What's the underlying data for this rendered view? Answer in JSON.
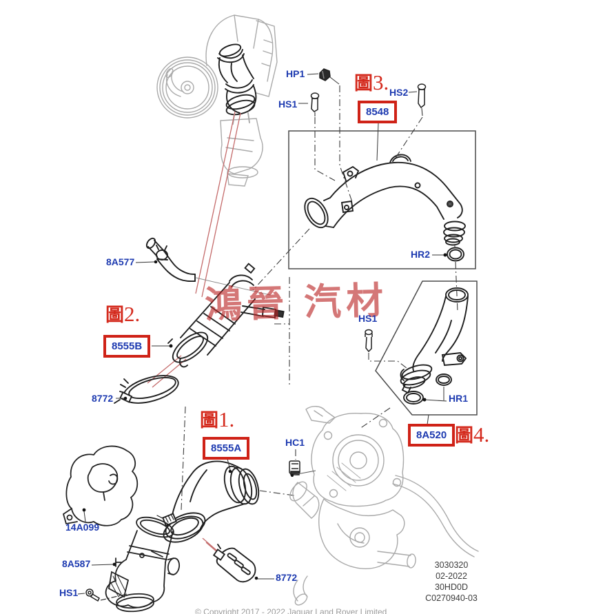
{
  "watermark": {
    "text": "鴻晉 汽材"
  },
  "figure_labels": {
    "fig1": {
      "glyph": "圖",
      "num": "1."
    },
    "fig2": {
      "glyph": "圖",
      "num": "2."
    },
    "fig3": {
      "glyph": "圖",
      "num": "3."
    },
    "fig4": {
      "glyph": "圖",
      "num": "4."
    }
  },
  "boxed_callouts": {
    "pipe_8548": "8548",
    "pipe_8555b": "8555B",
    "pipe_8555a": "8555A",
    "pipe_8a520": "8A520"
  },
  "callouts": {
    "hp1": "HP1",
    "hs1": "HS1",
    "hs2": "HS2",
    "hr1": "HR1",
    "hr2": "HR2",
    "hc1": "HC1",
    "hose_8a577": "8A577",
    "clamp_8772": "8772",
    "shield_14a099": "14A099",
    "turbo_8a587": "8A587"
  },
  "footer": {
    "catalog_no": "3030320",
    "issue_date": "02-2022",
    "model_code": "30HD0D",
    "drawing_no": "C0270940-03",
    "copyright": "© Copyright 2017 - 2022 Jaguar Land Rover Limited"
  },
  "colors": {
    "highlight_red": "#cf2217",
    "label_blue": "#1d3ab0",
    "watermark_red": "#b92323",
    "leader_red": "#c46a6a"
  }
}
